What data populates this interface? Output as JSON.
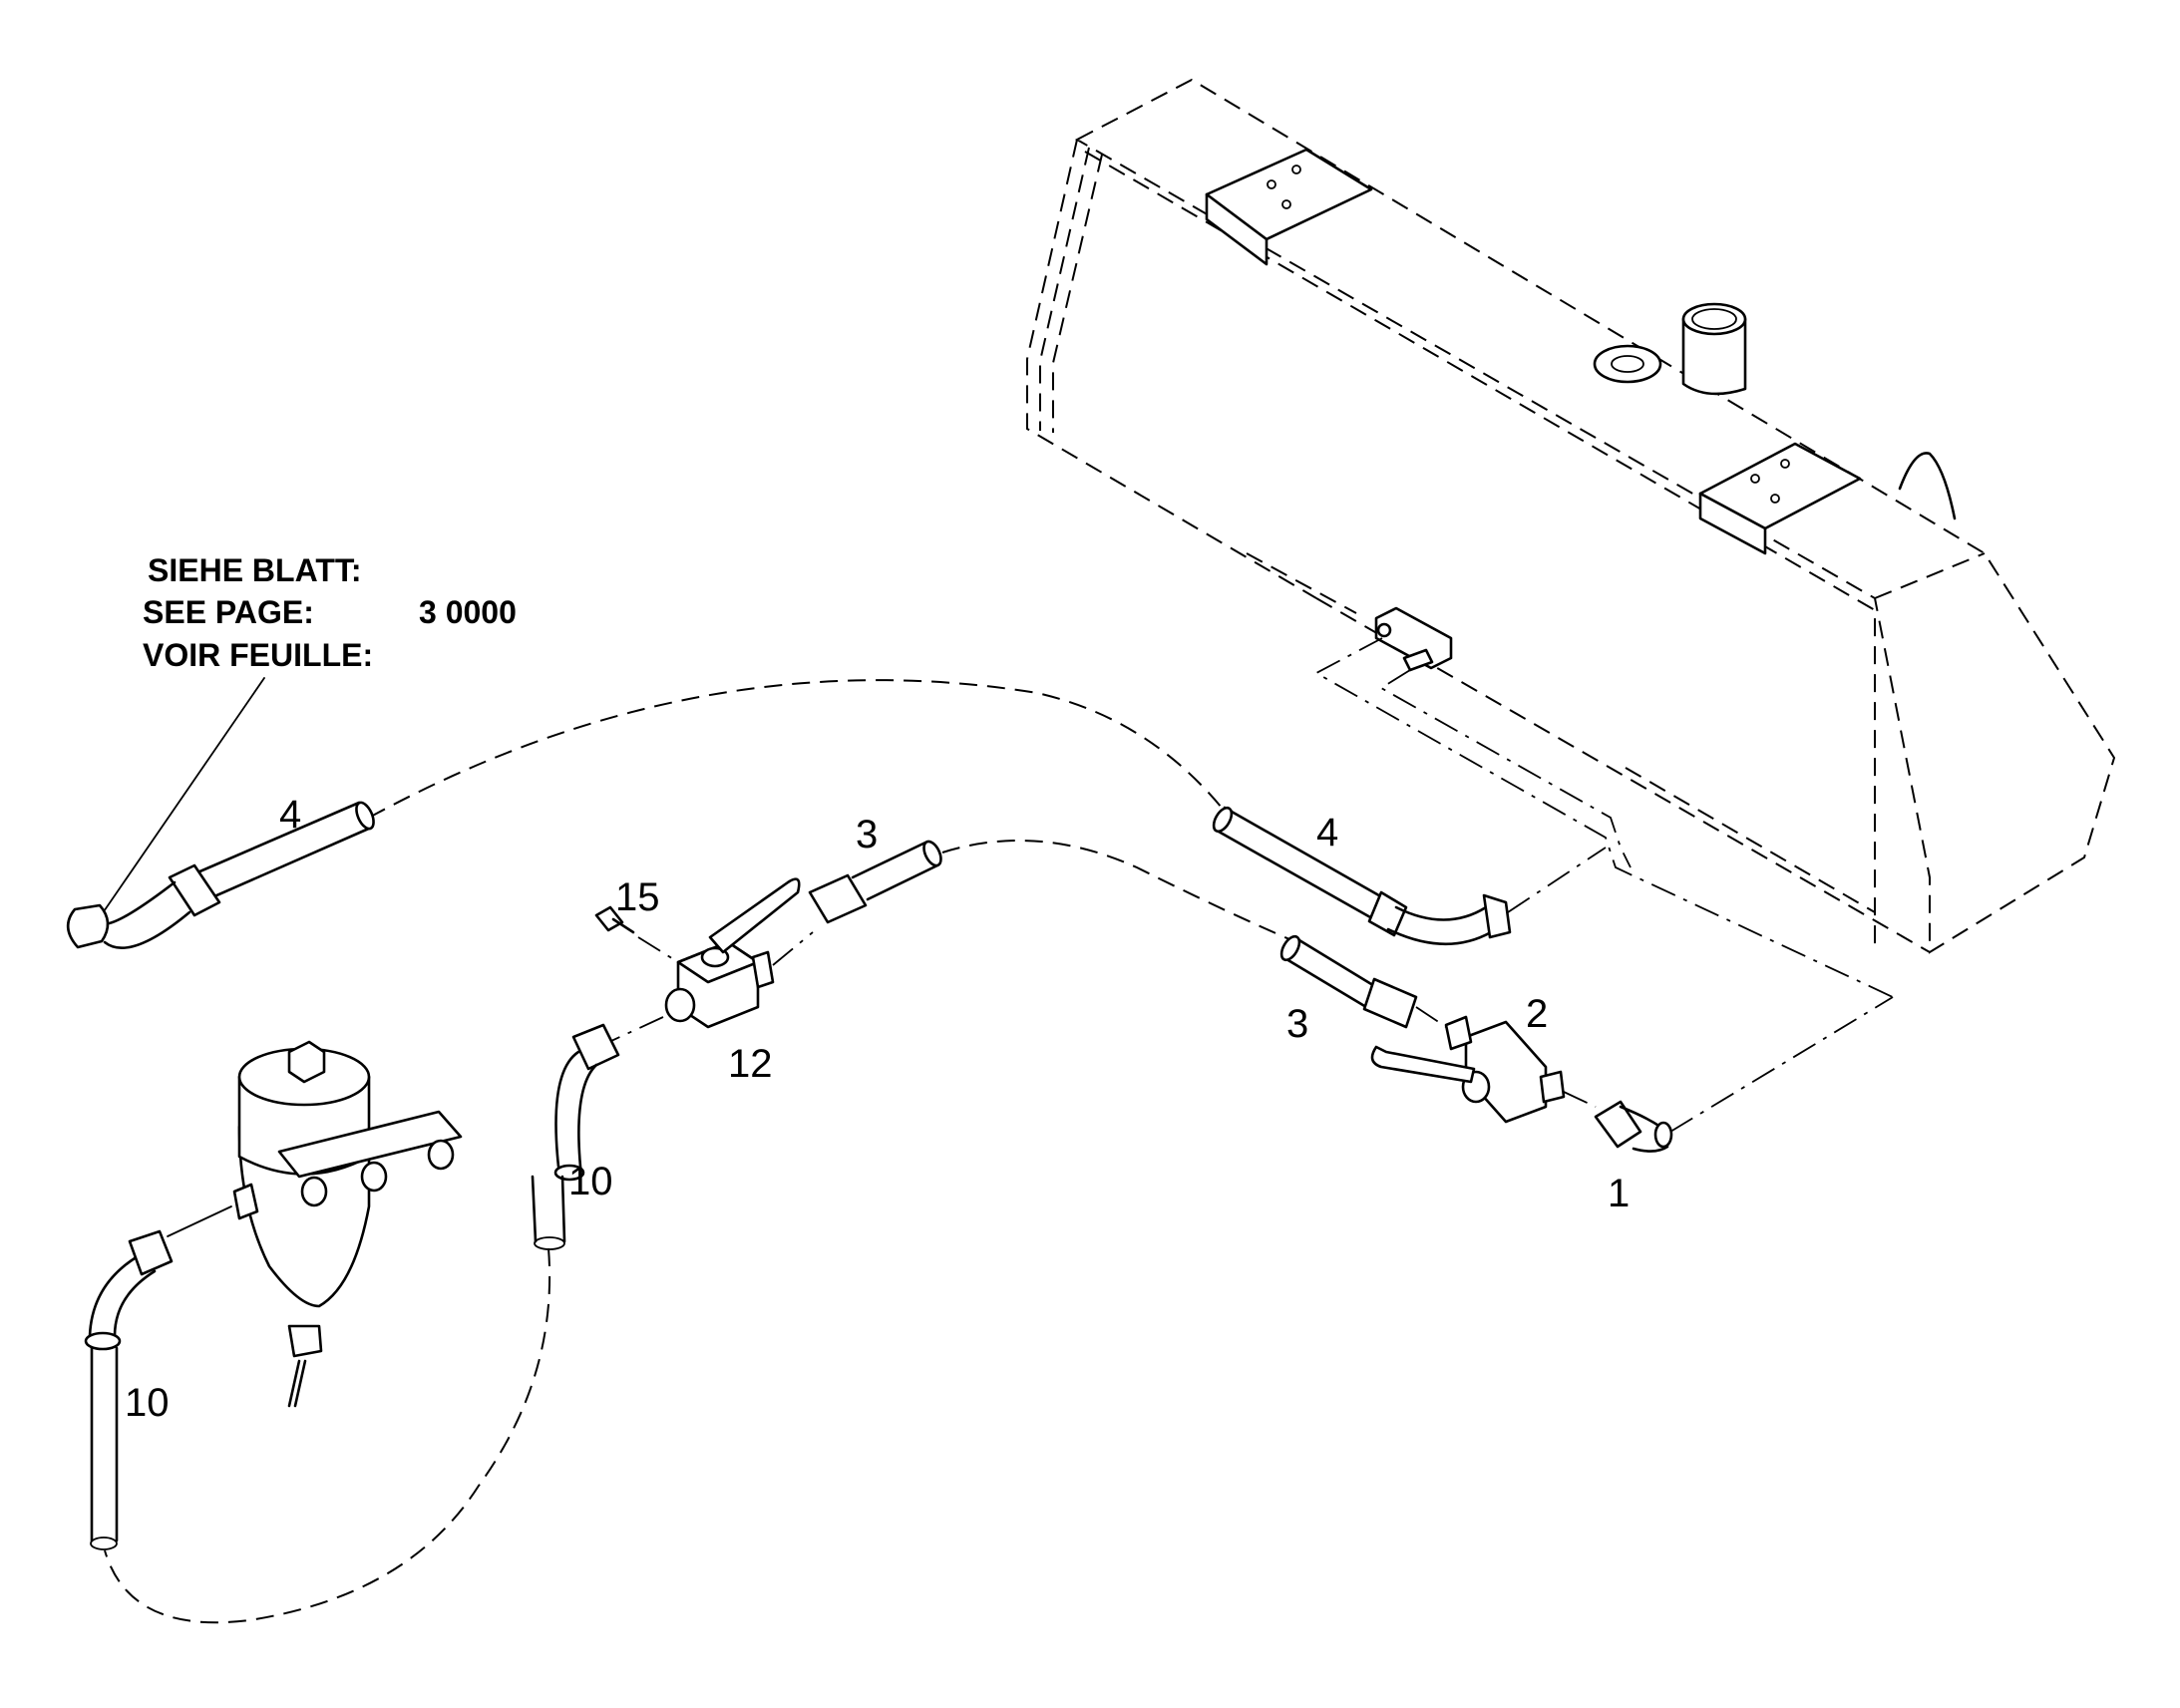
{
  "note": {
    "line1": "SIEHE BLATT:",
    "line2": "SEE PAGE:",
    "line3": "VOIR FEUILLE:",
    "page_ref": "3 0000"
  },
  "callouts": {
    "c1": "1",
    "c2": "2",
    "c3a": "3",
    "c3b": "3",
    "c4a": "4",
    "c4b": "4",
    "c10a": "10",
    "c10b": "10",
    "c12": "12",
    "c15": "15"
  }
}
